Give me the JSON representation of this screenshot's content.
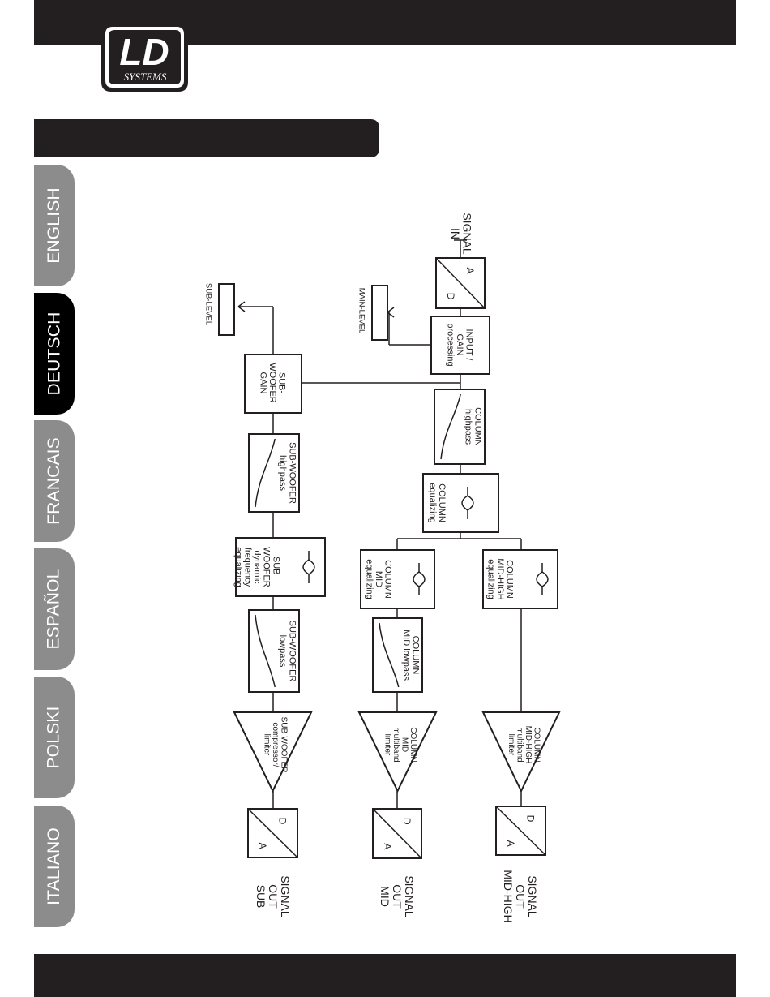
{
  "brand": {
    "logo_main": "LD",
    "logo_sub": "SYSTEMS"
  },
  "language_tabs": [
    {
      "label": "ENGLISH",
      "active": false
    },
    {
      "label": "DEUTSCH",
      "active": true
    },
    {
      "label": "FRANCAIS",
      "active": false
    },
    {
      "label": "ESPAÑOL",
      "active": false
    },
    {
      "label": "POLSKI",
      "active": false
    },
    {
      "label": "ITALIANO",
      "active": false
    }
  ],
  "diagram": {
    "signal_in": [
      "SIGNAL",
      "IN"
    ],
    "adc": [
      "A",
      "D"
    ],
    "dac": [
      "D",
      "A"
    ],
    "input_gain": [
      "INPUT /",
      "GAIN",
      "processing"
    ],
    "main_level": "MAIN-LEVEL",
    "sub_level": "SUB-LEVEL",
    "sub_gain": [
      "SUB-",
      "WOOFER",
      "GAIN"
    ],
    "column_highpass": [
      "COLUMN",
      "highpass"
    ],
    "column_eq": [
      "COLUMN",
      "equalizing"
    ],
    "column_mid_eq": [
      "COLUMN",
      "MID",
      "equalizing"
    ],
    "column_midhigh_eq": [
      "COLUMN",
      "MID-HIGH",
      "equalizing"
    ],
    "column_mid_lowpass": [
      "COLUMN",
      "MID lowpass"
    ],
    "sub_highpass": [
      "SUB-WOOFER",
      "highpass"
    ],
    "sub_dyn_eq": [
      "SUB-",
      "WOOFER",
      "dynamic",
      "frequency",
      "equalizing"
    ],
    "sub_lowpass": [
      "SUB-WOOFER",
      "lowpass"
    ],
    "sub_comp": [
      "SUB-WOOFER",
      "compressor/",
      "limiter"
    ],
    "mid_limiter": [
      "COLUMN",
      "MID",
      "multiband",
      "limiter"
    ],
    "midhigh_limiter": [
      "COLUMN",
      "MID-HIGH",
      "multiband",
      "limiter"
    ],
    "out_sub": [
      "SIGNAL",
      "OUT",
      "SUB"
    ],
    "out_mid": [
      "SIGNAL",
      "OUT",
      "MID"
    ],
    "out_midhigh": [
      "SIGNAL",
      "OUT",
      "MID-HIGH"
    ]
  },
  "colors": {
    "bar": "#231f20",
    "tab_inactive": "#8c8c8c",
    "tab_active": "#000000",
    "line": "#231f20"
  }
}
